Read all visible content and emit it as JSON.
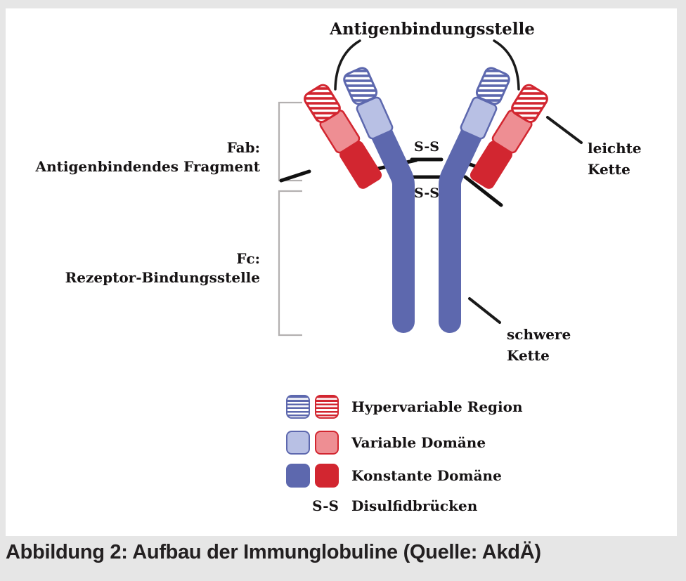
{
  "page": {
    "caption": "Abbildung 2: Aufbau der Immunglobuline (Quelle: AkdÄ)"
  },
  "diagram": {
    "title": "Antigenbindungsstelle",
    "fab_line1": "Fab:",
    "fab_line2": "Antigenbindendes Fragment",
    "fc_line1": "Fc:",
    "fc_line2": "Rezeptor-Bindungsstelle",
    "light_chain_line1": "leichte",
    "light_chain_line2": "Kette",
    "heavy_chain_line1": "schwere",
    "heavy_chain_line2": "Kette",
    "ss_top": "S-S",
    "ss_bottom": "S-S"
  },
  "legend": {
    "items": [
      {
        "label": "Hypervariable Region",
        "style": "striped"
      },
      {
        "label": "Variable Domäne",
        "style": "light"
      },
      {
        "label": "Konstante Domäne",
        "style": "solid"
      },
      {
        "symbol": "S-S",
        "label": "Disulfidbrücken",
        "style": "text"
      }
    ]
  },
  "colors": {
    "blue": "#5d68ae",
    "lightblue": "#b8c0e4",
    "red": "#d22630",
    "lightred": "#ee8e93",
    "line": "#1a1a1a",
    "bracket": "#b3b0b0",
    "background": "#e6e6e6",
    "panel": "#ffffff",
    "caption_text": "#232021"
  }
}
